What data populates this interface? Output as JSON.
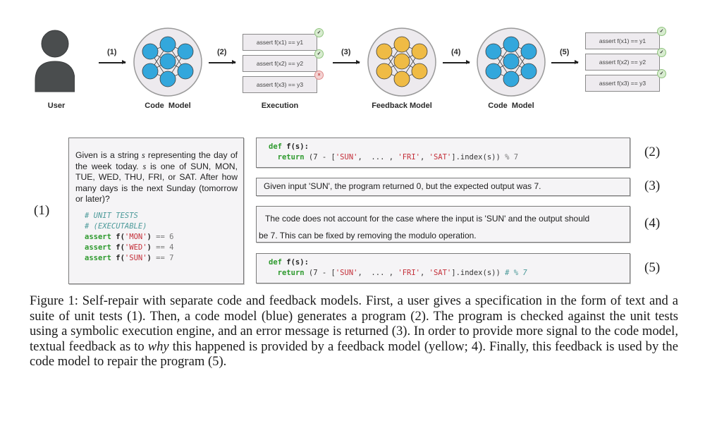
{
  "diagram": {
    "nodes": [
      {
        "label": "User",
        "icon": "user-silhouette-icon"
      },
      {
        "label": "Code  Model",
        "icon": "neural-network-icon",
        "color": "#33a7dc"
      },
      {
        "label": "Execution",
        "icon": "unit-test-stack-icon"
      },
      {
        "label": "Feedback Model",
        "icon": "neural-network-icon",
        "color": "#efbb45"
      },
      {
        "label": "Code  Model",
        "icon": "neural-network-icon",
        "color": "#33a7dc"
      }
    ],
    "steps": [
      "(1)",
      "(2)",
      "(3)",
      "(4)",
      "(5)"
    ],
    "execution_tests": [
      {
        "text": "assert f(x1) == y1",
        "status": "pass",
        "symbol": "✓"
      },
      {
        "text": "assert f(x2) == y2",
        "status": "pass",
        "symbol": "✓"
      },
      {
        "text": "assert f(x3) == y3",
        "status": "fail",
        "symbol": "×"
      }
    ],
    "final_tests": [
      {
        "text": "assert f(x1) == y1",
        "status": "pass",
        "symbol": "✓"
      },
      {
        "text": "assert f(x2) == y2",
        "status": "pass",
        "symbol": "✓"
      },
      {
        "text": "assert f(x3) == y3",
        "status": "pass",
        "symbol": "✓"
      }
    ],
    "colors": {
      "code_model": "#33a7dc",
      "feedback_model": "#efbb45",
      "user": "#4a4d4e",
      "pass": "#8fc47d",
      "fail": "#e08a8a"
    }
  },
  "panels": {
    "spec": {
      "number": "(1)",
      "text_parts": [
        "Given is a string ",
        "s",
        " representing the day of the week today. ",
        "s",
        " is one of SUN, MON, TUE, WED, THU, FRI, or SAT. After how many days is the next Sunday (tomorrow or later)?"
      ],
      "comment1": "# UNIT TESTS",
      "comment2": "# (EXECUTABLE)",
      "tests": [
        {
          "kw": "assert",
          "fn": "f(",
          "arg": "'MON'",
          "close": ")",
          "op": " == 6"
        },
        {
          "kw": "assert",
          "fn": "f(",
          "arg": "'WED'",
          "close": ")",
          "op": " == 4"
        },
        {
          "kw": "assert",
          "fn": "f(",
          "arg": "'SUN'",
          "close": ")",
          "op": " == 7"
        }
      ]
    },
    "program": {
      "number": "(2)",
      "def_kw": "def",
      "def_rest": " f(s):",
      "return_kw": "return",
      "p1": " (7 - [",
      "s1": "'SUN'",
      "p2": ",  ... , ",
      "s2": "'FRI'",
      "p3": ", ",
      "s3": "'SAT'",
      "p4": "].index(s)) ",
      "tail": "% 7"
    },
    "error": {
      "number": "(3)",
      "text": "Given input 'SUN', the program returned 0, but the expected output was 7."
    },
    "feedback": {
      "number": "(4)",
      "line1": "The code does not account for the case where the input is 'SUN' and the output should",
      "line2": "be 7. This can be fixed by removing the modulo operation."
    },
    "repair": {
      "number": "(5)",
      "def_kw": "def",
      "def_rest": " f(s):",
      "return_kw": "return",
      "p1": " (7 - [",
      "s1": "'SUN'",
      "p2": ",  ... , ",
      "s2": "'FRI'",
      "p3": ", ",
      "s3": "'SAT'",
      "p4": "].index(s)) ",
      "tail": "# % 7"
    }
  },
  "caption": {
    "before_italic": "Figure 1: Self-repair with separate code and feedback models. First, a user gives a specification in the form of text and a suite of unit tests (1). Then, a code model (blue) generates a program (2). The program is checked against the unit tests using a symbolic execution engine, and an error message is returned (3). In order to provide more signal to the code model, textual feedback as to ",
    "italic": "why",
    "after_italic": " this happened is provided by a feedback model (yellow; 4). Finally, this feedback is used by the code model to repair the program (5)."
  }
}
